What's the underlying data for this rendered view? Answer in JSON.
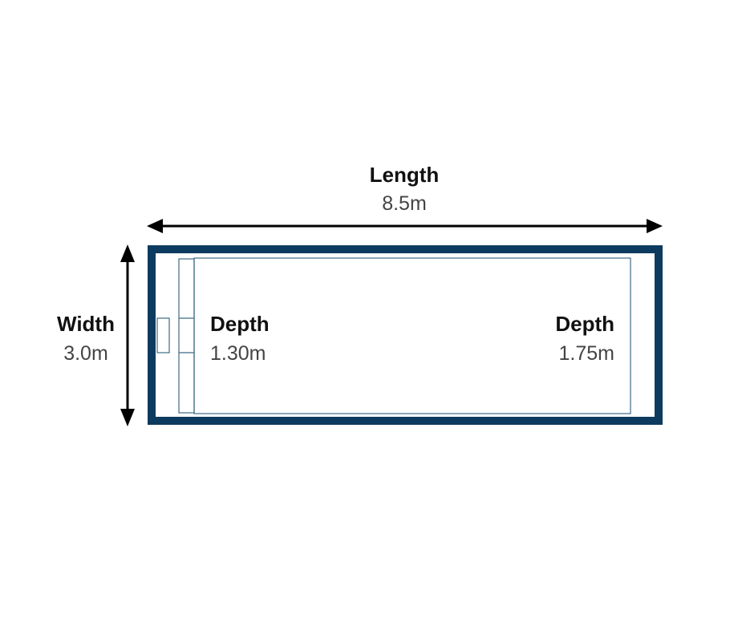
{
  "length": {
    "title": "Length",
    "value": "8.5m"
  },
  "width": {
    "title": "Width",
    "value": "3.0m"
  },
  "depth_shallow": {
    "title": "Depth",
    "value": "1.30m"
  },
  "depth_deep": {
    "title": "Depth",
    "value": "1.75m"
  },
  "colors": {
    "pool_border": "#0d3b60",
    "inner_line": "#3d6a85",
    "arrow": "#000000",
    "title_text": "#111111",
    "value_text": "#444444"
  }
}
